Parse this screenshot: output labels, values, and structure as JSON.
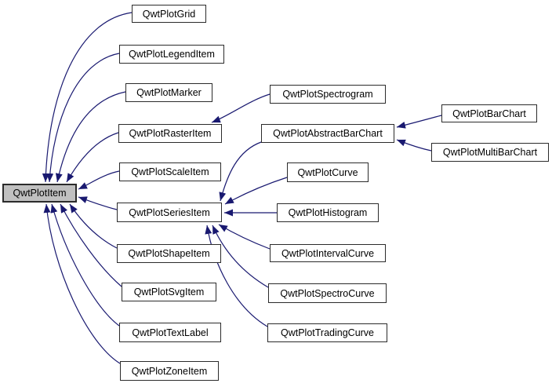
{
  "diagram": {
    "type": "inheritance-graph",
    "base_class": "QwtPlotItem",
    "colors": {
      "edge": "#191970",
      "node_border": "#2b2b2b",
      "node_fill": "#ffffff",
      "base_node_fill": "#c0c0c0",
      "background": "#ffffff",
      "text": "#000000"
    },
    "nodes": [
      {
        "id": "qwtplotitem",
        "label": "QwtPlotItem",
        "role": "base"
      },
      {
        "id": "qwtplotgrid",
        "label": "QwtPlotGrid",
        "role": "derived"
      },
      {
        "id": "qwtplotlegenditem",
        "label": "QwtPlotLegendItem",
        "role": "derived"
      },
      {
        "id": "qwtplotmarker",
        "label": "QwtPlotMarker",
        "role": "derived"
      },
      {
        "id": "qwtplotrasteritem",
        "label": "QwtPlotRasterItem",
        "role": "derived"
      },
      {
        "id": "qwtplotscaleitem",
        "label": "QwtPlotScaleItem",
        "role": "derived"
      },
      {
        "id": "qwtplotseriesitem",
        "label": "QwtPlotSeriesItem",
        "role": "derived"
      },
      {
        "id": "qwtplotshapeitem",
        "label": "QwtPlotShapeItem",
        "role": "derived"
      },
      {
        "id": "qwtplotsvgitem",
        "label": "QwtPlotSvgItem",
        "role": "derived"
      },
      {
        "id": "qwtplottextlabel",
        "label": "QwtPlotTextLabel",
        "role": "derived"
      },
      {
        "id": "qwtplotzoneitem",
        "label": "QwtPlotZoneItem",
        "role": "derived"
      },
      {
        "id": "qwtplotspectrogram",
        "label": "QwtPlotSpectrogram",
        "role": "derived"
      },
      {
        "id": "qwtplotabstractbarchart",
        "label": "QwtPlotAbstractBarChart",
        "role": "derived"
      },
      {
        "id": "qwtplotcurve",
        "label": "QwtPlotCurve",
        "role": "derived"
      },
      {
        "id": "qwtplothistogram",
        "label": "QwtPlotHistogram",
        "role": "derived"
      },
      {
        "id": "qwtplotintervalcurve",
        "label": "QwtPlotIntervalCurve",
        "role": "derived"
      },
      {
        "id": "qwtplotspectrocurve",
        "label": "QwtPlotSpectroCurve",
        "role": "derived"
      },
      {
        "id": "qwtplottradingcurve",
        "label": "QwtPlotTradingCurve",
        "role": "derived"
      },
      {
        "id": "qwtplotbarchart",
        "label": "QwtPlotBarChart",
        "role": "derived"
      },
      {
        "id": "qwtplotmultibarchart",
        "label": "QwtPlotMultiBarChart",
        "role": "derived"
      }
    ],
    "edges": [
      {
        "from": "QwtPlotGrid",
        "to": "QwtPlotItem"
      },
      {
        "from": "QwtPlotLegendItem",
        "to": "QwtPlotItem"
      },
      {
        "from": "QwtPlotMarker",
        "to": "QwtPlotItem"
      },
      {
        "from": "QwtPlotRasterItem",
        "to": "QwtPlotItem"
      },
      {
        "from": "QwtPlotScaleItem",
        "to": "QwtPlotItem"
      },
      {
        "from": "QwtPlotSeriesItem",
        "to": "QwtPlotItem"
      },
      {
        "from": "QwtPlotShapeItem",
        "to": "QwtPlotItem"
      },
      {
        "from": "QwtPlotSvgItem",
        "to": "QwtPlotItem"
      },
      {
        "from": "QwtPlotTextLabel",
        "to": "QwtPlotItem"
      },
      {
        "from": "QwtPlotZoneItem",
        "to": "QwtPlotItem"
      },
      {
        "from": "QwtPlotSpectrogram",
        "to": "QwtPlotRasterItem"
      },
      {
        "from": "QwtPlotAbstractBarChart",
        "to": "QwtPlotSeriesItem"
      },
      {
        "from": "QwtPlotCurve",
        "to": "QwtPlotSeriesItem"
      },
      {
        "from": "QwtPlotHistogram",
        "to": "QwtPlotSeriesItem"
      },
      {
        "from": "QwtPlotIntervalCurve",
        "to": "QwtPlotSeriesItem"
      },
      {
        "from": "QwtPlotSpectroCurve",
        "to": "QwtPlotSeriesItem"
      },
      {
        "from": "QwtPlotTradingCurve",
        "to": "QwtPlotSeriesItem"
      },
      {
        "from": "QwtPlotBarChart",
        "to": "QwtPlotAbstractBarChart"
      },
      {
        "from": "QwtPlotMultiBarChart",
        "to": "QwtPlotAbstractBarChart"
      }
    ]
  }
}
